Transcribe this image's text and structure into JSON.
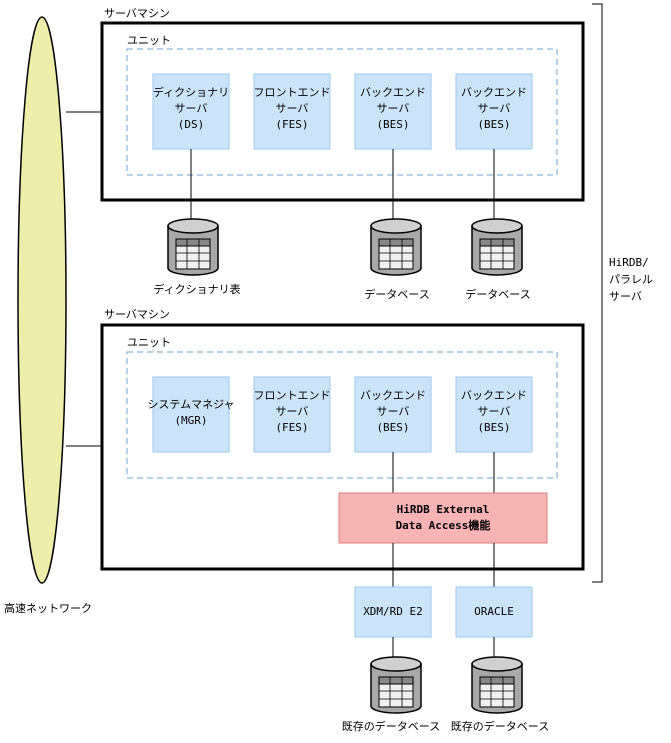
{
  "network_label": "高速ネットワーク",
  "hirdb_label": [
    "HiRDB/",
    "パラレル",
    "サーバ"
  ],
  "machine1": {
    "title": "サーバマシン",
    "unit_label": "ユニット",
    "servers": [
      {
        "line1": "ディクショナリ",
        "line2": "サーバ",
        "line3": "(DS)"
      },
      {
        "line1": "フロントエンド",
        "line2": "サーバ",
        "line3": "(FES)"
      },
      {
        "line1": "バックエンド",
        "line2": "サーバ",
        "line3": "(BES)"
      },
      {
        "line1": "バックエンド",
        "line2": "サーバ",
        "line3": "(BES)"
      }
    ],
    "databases": [
      "ディクショナリ表",
      "データベース",
      "データベース"
    ]
  },
  "machine2": {
    "title": "サーバマシン",
    "unit_label": "ユニット",
    "servers": [
      {
        "line1": "システムマネジャ",
        "line2": "(MGR)"
      },
      {
        "line1": "フロントエンド",
        "line2": "サーバ",
        "line3": "(FES)"
      },
      {
        "line1": "バックエンド",
        "line2": "サーバ",
        "line3": "(BES)"
      },
      {
        "line1": "バックエンド",
        "line2": "サーバ",
        "line3": "(BES)"
      }
    ],
    "external": {
      "line1": "HiRDB External",
      "line2": "Data Access機能"
    }
  },
  "external_systems": [
    {
      "label": "XDM/RD E2",
      "db_label": "既存のデータベース"
    },
    {
      "label": "ORACLE",
      "db_label": "既存のデータベース"
    }
  ],
  "colors": {
    "network_fill": "#eeeeaa",
    "server_fill": "#cce4fa",
    "external_fill": "#f8b4b4",
    "external_border": "#d88080",
    "unit_dash": "#6aa6d6",
    "db_fill": "#a8a8a8"
  }
}
